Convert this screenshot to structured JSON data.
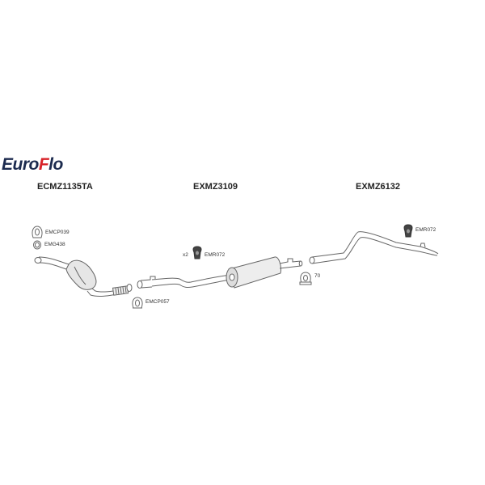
{
  "brand": {
    "name_part1": "Euro",
    "name_f": "F",
    "name_part2": "lo",
    "primary_color": "#1b2a4e",
    "accent_color": "#d8232a"
  },
  "sections": [
    {
      "code": "ECMZ1135TA"
    },
    {
      "code": "EXMZ3109"
    },
    {
      "code": "EXMZ6132"
    }
  ],
  "parts": {
    "clamp_top": {
      "code": "EMCP039",
      "icon": "clamp-icon"
    },
    "gasket": {
      "code": "EMG438",
      "icon": "gasket-ring-icon"
    },
    "clamp_bottom": {
      "code": "EMCP057",
      "icon": "clamp-icon"
    },
    "hanger_mid": {
      "code": "EMR072",
      "qty": "x2",
      "icon": "rubber-hanger-icon"
    },
    "hanger_rear": {
      "code": "EMR072",
      "icon": "rubber-hanger-icon"
    },
    "clamp_70": {
      "code": "70",
      "icon": "u-clamp-icon"
    }
  }
}
